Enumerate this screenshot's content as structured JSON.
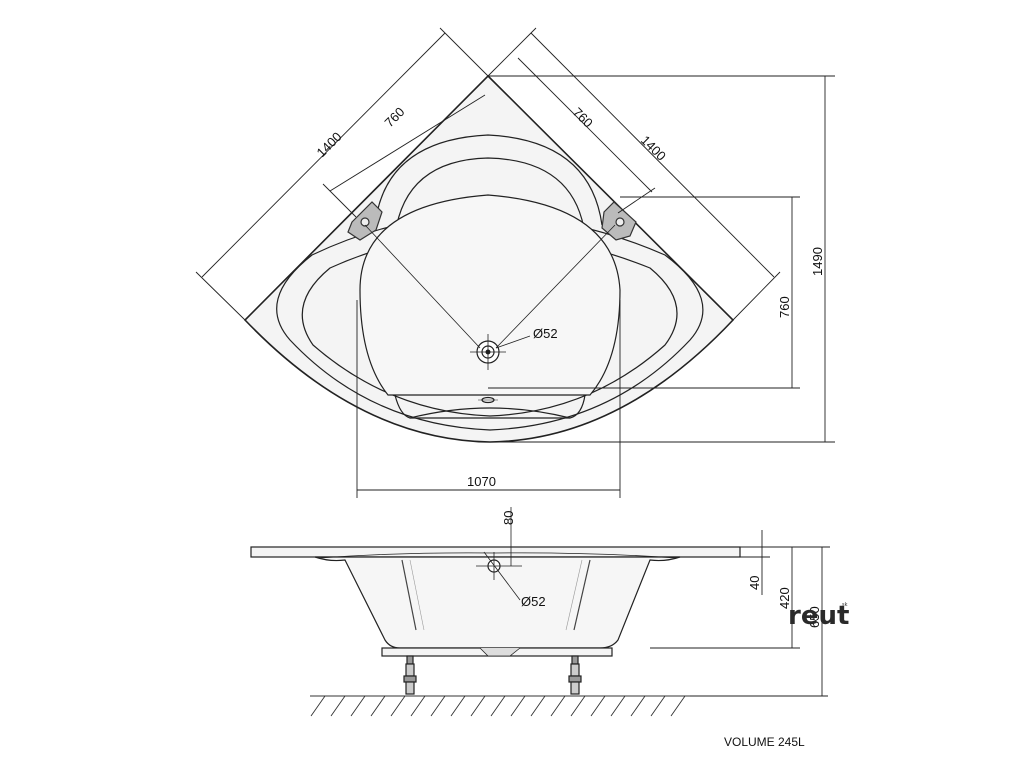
{
  "top_view": {
    "dim_side_left": "1400",
    "dim_side_right": "1400",
    "dim_inner_left": "760",
    "dim_inner_right": "760",
    "dim_height": "1490",
    "dim_inner_height": "760",
    "dim_width_inner": "1070",
    "drain_diameter": "Ø52"
  },
  "side_view": {
    "dim_top": "80",
    "dim_rim": "40",
    "dim_depth": "420",
    "dim_total": "650",
    "overflow_diameter": "Ø52"
  },
  "logo": {
    "name": "reut",
    "suffix": "sk"
  },
  "volume_label": "VOLUME 245L"
}
